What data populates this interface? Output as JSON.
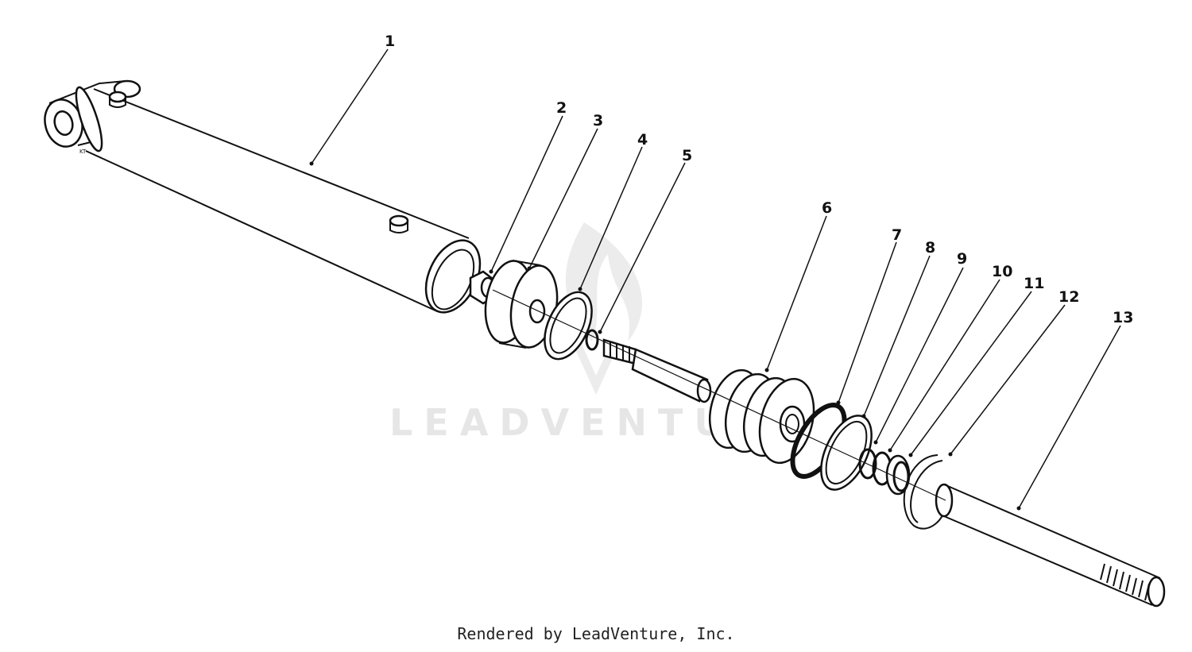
{
  "diagram": {
    "watermark": "LEADVENTURE",
    "footer": "Rendered by LeadVenture, Inc.",
    "callouts": [
      "1",
      "2",
      "3",
      "4",
      "5",
      "6",
      "7",
      "8",
      "9",
      "10",
      "11",
      "12",
      "13"
    ]
  }
}
